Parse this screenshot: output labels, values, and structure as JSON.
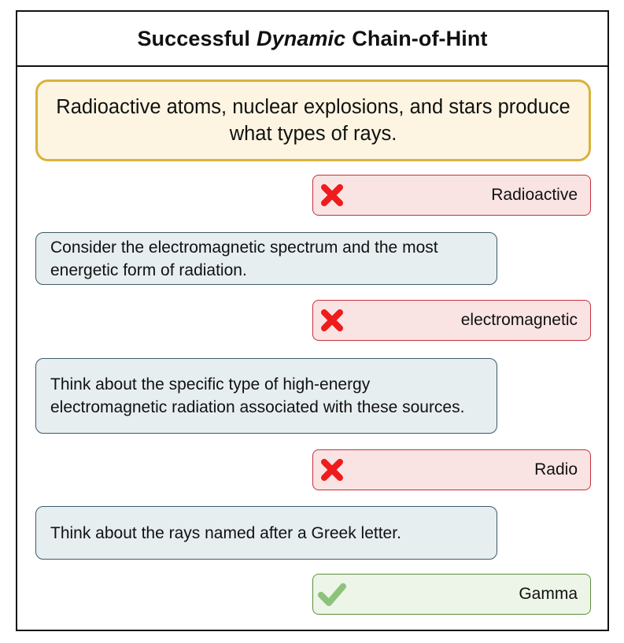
{
  "title": {
    "prefix": "Successful",
    "emphasis": "Dynamic",
    "suffix": "Chain-of-Hint"
  },
  "question": "Radioactive atoms, nuclear explosions, and stars produce what types of rays.",
  "answers": [
    {
      "text": "Radioactive",
      "status": "wrong",
      "icon": "x-mark-icon"
    },
    {
      "text": "electromagnetic",
      "status": "wrong",
      "icon": "x-mark-icon"
    },
    {
      "text": "Radio",
      "status": "wrong",
      "icon": "x-mark-icon"
    },
    {
      "text": "Gamma",
      "status": "correct",
      "icon": "checkmark-icon"
    }
  ],
  "hints": [
    "Consider the electromagnetic spectrum and the most energetic form of radiation.",
    "Think about the specific type of high-energy electromagnetic radiation associated with these sources.",
    "Think about the rays named after a Greek letter."
  ],
  "colors": {
    "question_bg": "#fdf5e2",
    "question_border": "#d9b23c",
    "wrong_bg": "#f9e3e3",
    "wrong_border": "#c4303b",
    "wrong_icon": "#ee1c1c",
    "correct_bg": "#edf5e8",
    "correct_border": "#5d8e3c",
    "correct_icon": "#8cc27a",
    "hint_bg": "#e7eef0",
    "hint_border": "#3d5a6a"
  }
}
